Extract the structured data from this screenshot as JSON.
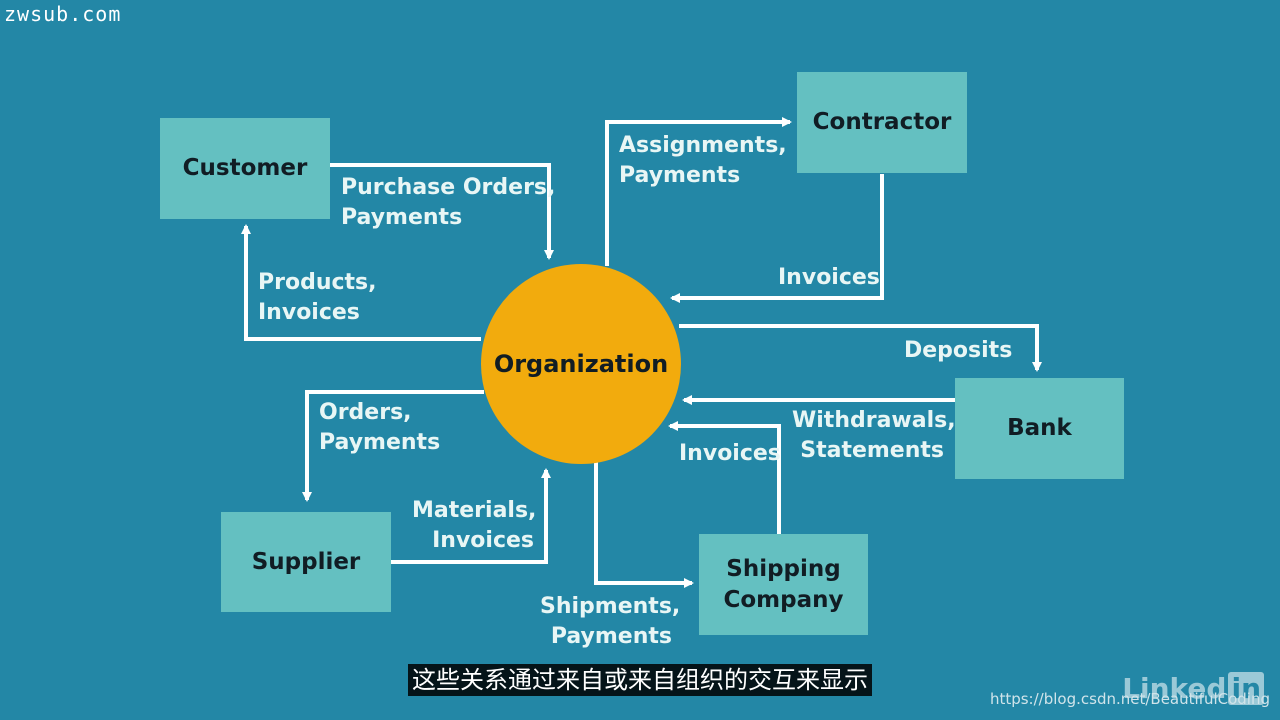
{
  "watermark": "zwsub.com",
  "diagram": {
    "center": "Organization",
    "nodes": {
      "customer": "Customer",
      "contractor": "Contractor",
      "bank": "Bank",
      "supplier": "Supplier",
      "shipping_line1": "Shipping",
      "shipping_line2": "Company"
    },
    "flows": {
      "purchase_orders": [
        "Purchase Orders,",
        "Payments"
      ],
      "products_invoices": [
        "Products,",
        "Invoices"
      ],
      "assignments": [
        "Assignments,",
        "Payments"
      ],
      "contractor_invoices": [
        "Invoices"
      ],
      "deposits": [
        "Deposits"
      ],
      "withdrawals": [
        "Withdrawals,",
        "Statements"
      ],
      "shipping_invoices": [
        "Invoices"
      ],
      "orders": [
        "Orders,",
        "Payments"
      ],
      "materials": [
        "Materials,",
        "Invoices"
      ],
      "shipments": [
        "Shipments,",
        "Payments"
      ]
    }
  },
  "subtitle": "这些关系通过来自或来自组织的交互来显示",
  "source_url": "https://blog.csdn.net/BeautifulCoding",
  "brand": "Linked",
  "brand_icon": "in",
  "colors": {
    "background": "#2387a6",
    "node_fill": "#64c0c1",
    "center_fill": "#f2ab0d",
    "arrow": "#ffffff"
  }
}
